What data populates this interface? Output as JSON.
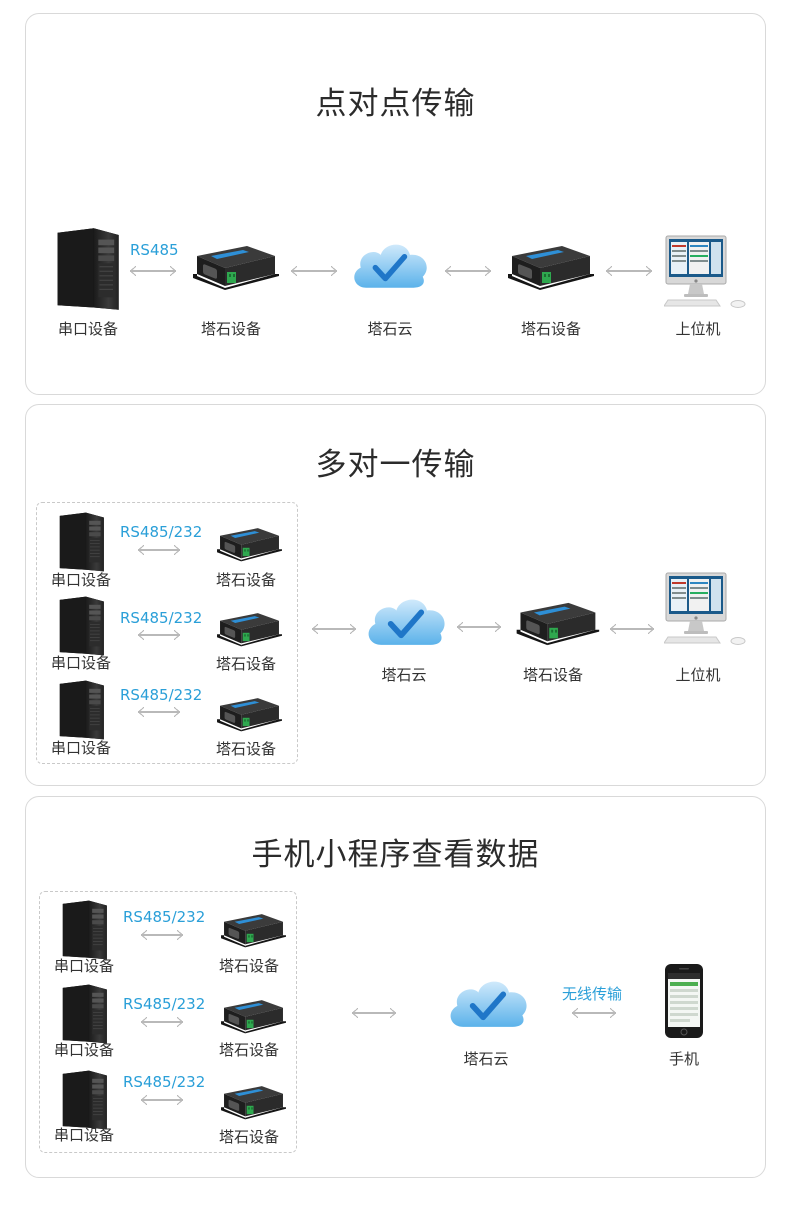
{
  "sections": [
    {
      "title": "点对点传输",
      "nodes": {
        "serial_device": "串口设备",
        "protocol": "RS485",
        "tas_device_a": "塔石设备",
        "cloud": "塔石云",
        "tas_device_b": "塔石设备",
        "host": "上位机"
      }
    },
    {
      "title": "多对一传输",
      "rows": [
        {
          "serial_device": "串口设备",
          "protocol": "RS485/232",
          "tas_device": "塔石设备"
        },
        {
          "serial_device": "串口设备",
          "protocol": "RS485/232",
          "tas_device": "塔石设备"
        },
        {
          "serial_device": "串口设备",
          "protocol": "RS485/232",
          "tas_device": "塔石设备"
        }
      ],
      "nodes": {
        "cloud": "塔石云",
        "tas_device": "塔石设备",
        "host": "上位机"
      }
    },
    {
      "title": "手机小程序查看数据",
      "rows": [
        {
          "serial_device": "串口设备",
          "protocol": "RS485/232",
          "tas_device": "塔石设备"
        },
        {
          "serial_device": "串口设备",
          "protocol": "RS485/232",
          "tas_device": "塔石设备"
        },
        {
          "serial_device": "串口设备",
          "protocol": "RS485/232",
          "tas_device": "塔石设备"
        }
      ],
      "nodes": {
        "cloud": "塔石云",
        "wireless": "无线传输",
        "phone": "手机"
      }
    }
  ],
  "colors": {
    "accent": "#2a9fd8",
    "arrow": "#b9b9b9",
    "border": "#d9d9d9"
  },
  "icons": [
    "server-tower-icon",
    "tas-gateway-icon",
    "cloud-check-icon",
    "desktop-computer-icon",
    "smartphone-icon"
  ]
}
